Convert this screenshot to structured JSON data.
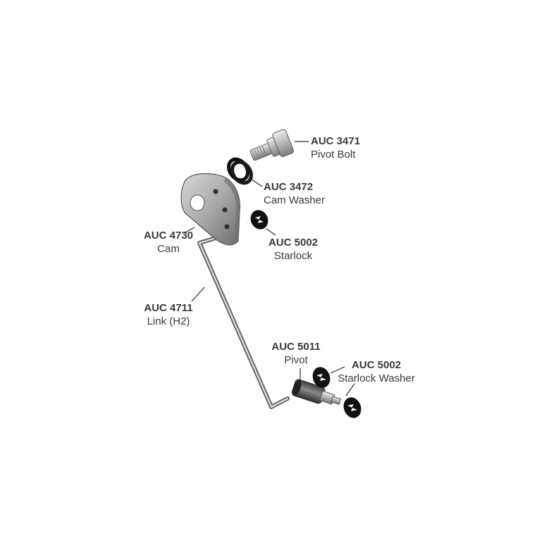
{
  "parts": [
    {
      "id": "pivot-bolt",
      "code": "AUC 3471",
      "name": "Pivot Bolt"
    },
    {
      "id": "cam-washer",
      "code": "AUC 3472",
      "name": "Cam Washer"
    },
    {
      "id": "starlock-top",
      "code": "AUC 5002",
      "name": "Starlock"
    },
    {
      "id": "cam",
      "code": "AUC 4730",
      "name": "Cam"
    },
    {
      "id": "link",
      "code": "AUC 4711",
      "name": "Link (H2)"
    },
    {
      "id": "pivot",
      "code": "AUC 5011",
      "name": "Pivot"
    },
    {
      "id": "starlock-washer",
      "code": "AUC 5002",
      "name": "Starlock Washer"
    }
  ],
  "colors": {
    "metal_light": "#c9c9c9",
    "metal_mid": "#9a9a9a",
    "metal_dark": "#5e5e5e",
    "washer_black": "#111111",
    "leader": "#2a2a2a"
  }
}
